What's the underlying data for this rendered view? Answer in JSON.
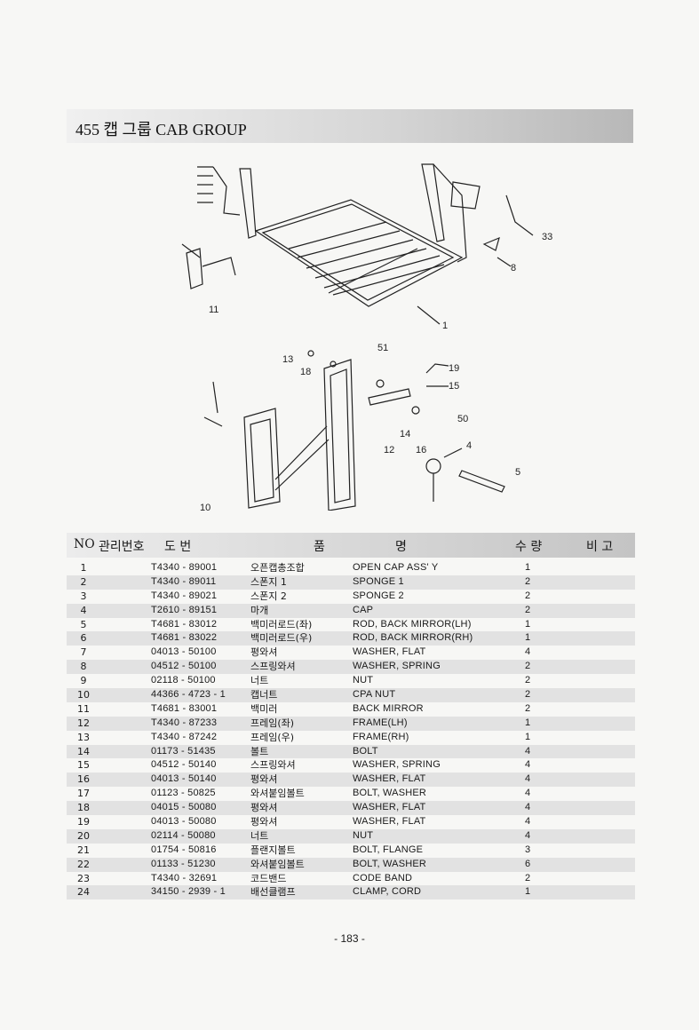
{
  "section": {
    "title": "455  캡 그룹 CAB GROUP"
  },
  "diagram_labels": [
    "33",
    "8",
    "1",
    "11",
    "51",
    "13",
    "18",
    "19",
    "15",
    "50",
    "14",
    "12",
    "16",
    "4",
    "5",
    "10"
  ],
  "table": {
    "headers": {
      "no": "NO",
      "mgmt": "관리번호",
      "drawing": "도   번",
      "name_a": "품",
      "name_b": "명",
      "qty": "수 량",
      "remarks": "비 고"
    },
    "rows": [
      {
        "no": "1",
        "code": "T4340 - 89001",
        "kr": "오픈캡총조합",
        "en": "OPEN CAP ASS' Y",
        "qty": "1"
      },
      {
        "no": "2",
        "code": "T4340 - 89011",
        "kr": "스폰지 1",
        "en": "SPONGE 1",
        "qty": "2"
      },
      {
        "no": "3",
        "code": "T4340 - 89021",
        "kr": "스폰지 2",
        "en": "SPONGE 2",
        "qty": "2"
      },
      {
        "no": "4",
        "code": "T2610 - 89151",
        "kr": "마개",
        "en": "CAP",
        "qty": "2"
      },
      {
        "no": "5",
        "code": "T4681 - 83012",
        "kr": "백미러로드(좌)",
        "en": "ROD, BACK MIRROR(LH)",
        "qty": "1"
      },
      {
        "no": "6",
        "code": "T4681 - 83022",
        "kr": "백미러로드(우)",
        "en": "ROD, BACK MIRROR(RH)",
        "qty": "1"
      },
      {
        "no": "7",
        "code": "04013 - 50100",
        "kr": "평와셔",
        "en": "WASHER, FLAT",
        "qty": "4"
      },
      {
        "no": "8",
        "code": "04512 - 50100",
        "kr": "스프링와셔",
        "en": "WASHER, SPRING",
        "qty": "2"
      },
      {
        "no": "9",
        "code": "02118 - 50100",
        "kr": "너트",
        "en": "NUT",
        "qty": "2"
      },
      {
        "no": "10",
        "code": "44366 - 4723 - 1",
        "kr": "캡너트",
        "en": "CPA NUT",
        "qty": "2"
      },
      {
        "no": "11",
        "code": "T4681 - 83001",
        "kr": "백미러",
        "en": "BACK MIRROR",
        "qty": "2"
      },
      {
        "no": "12",
        "code": "T4340 - 87233",
        "kr": "프레임(좌)",
        "en": "FRAME(LH)",
        "qty": "1"
      },
      {
        "no": "13",
        "code": "T4340 - 87242",
        "kr": "프레임(우)",
        "en": "FRAME(RH)",
        "qty": "1"
      },
      {
        "no": "14",
        "code": "01173 - 51435",
        "kr": "볼트",
        "en": "BOLT",
        "qty": "4"
      },
      {
        "no": "15",
        "code": "04512 - 50140",
        "kr": "스프링와셔",
        "en": "WASHER, SPRING",
        "qty": "4"
      },
      {
        "no": "16",
        "code": "04013 - 50140",
        "kr": "평와셔",
        "en": "WASHER, FLAT",
        "qty": "4"
      },
      {
        "no": "17",
        "code": "01123 - 50825",
        "kr": "와셔붙임볼트",
        "en": "BOLT, WASHER",
        "qty": "4"
      },
      {
        "no": "18",
        "code": "04015 - 50080",
        "kr": "평와셔",
        "en": "WASHER, FLAT",
        "qty": "4"
      },
      {
        "no": "19",
        "code": "04013 - 50080",
        "kr": "평와셔",
        "en": "WASHER, FLAT",
        "qty": "4"
      },
      {
        "no": "20",
        "code": "02114 - 50080",
        "kr": "너트",
        "en": "NUT",
        "qty": "4"
      },
      {
        "no": "21",
        "code": "01754 - 50816",
        "kr": "플랜지볼트",
        "en": "BOLT, FLANGE",
        "qty": "3"
      },
      {
        "no": "22",
        "code": "01133 - 51230",
        "kr": "와셔붙임볼트",
        "en": "BOLT, WASHER",
        "qty": "6"
      },
      {
        "no": "23",
        "code": "T4340 - 32691",
        "kr": "코드밴드",
        "en": "CODE BAND",
        "qty": "2"
      },
      {
        "no": "24",
        "code": "34150 - 2939 - 1",
        "kr": "배선클램프",
        "en": "CLAMP, CORD",
        "qty": "1"
      }
    ]
  },
  "footer": {
    "page_number": "- 183 -"
  }
}
